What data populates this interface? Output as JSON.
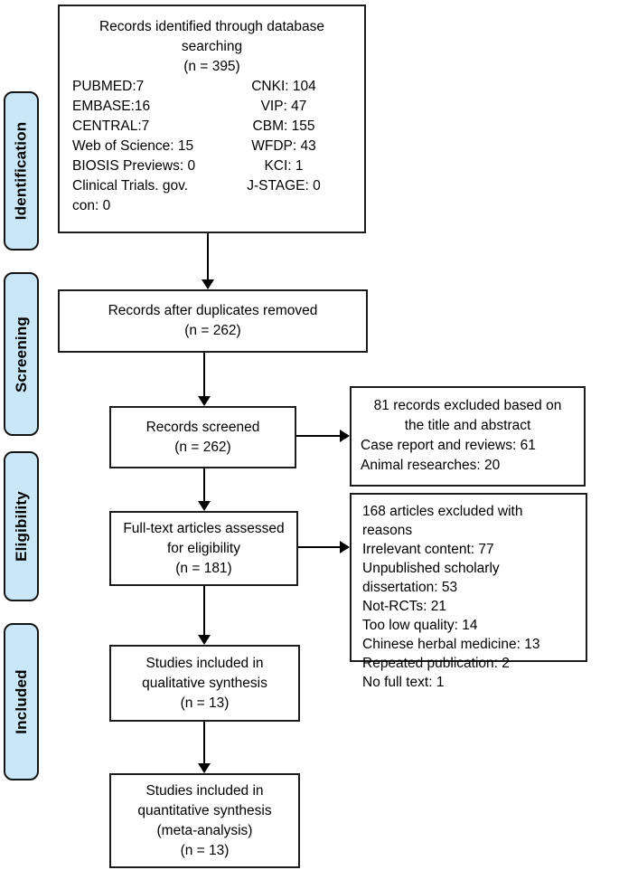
{
  "colors": {
    "stage_fill": "#c9e7f7",
    "box_border": "#1c1c1c",
    "arrow": "#000000",
    "background": "#ffffff"
  },
  "stages": [
    {
      "label": "Identification"
    },
    {
      "label": "Screening"
    },
    {
      "label": "Eligibility"
    },
    {
      "label": "Included"
    }
  ],
  "boxes": {
    "identified": {
      "lines": [
        "Records identified through database",
        "searching",
        "(n = 395)"
      ],
      "sources_left": [
        "PUBMED:7",
        "EMBASE:16",
        "CENTRAL:7",
        "Web of Science: 15",
        "BIOSIS Previews: 0",
        "Clinical Trials. gov. con: 0"
      ],
      "sources_right": [
        "CNKI: 104",
        "VIP: 47",
        "CBM: 155",
        "WFDP: 43",
        "KCI: 1",
        "J-STAGE: 0"
      ]
    },
    "duplicates_removed": {
      "lines": [
        "Records after duplicates removed",
        "(n = 262)"
      ]
    },
    "screened": {
      "lines": [
        "Records screened",
        "(n = 262)"
      ]
    },
    "excluded_title_abstract": {
      "title_lines": [
        "81 records excluded based on",
        "the title and abstract"
      ],
      "items": [
        "Case report and reviews: 61",
        "Animal researches: 20"
      ]
    },
    "fulltext_assessed": {
      "lines": [
        "Full-text articles assessed",
        "for eligibility",
        "(n = 181)"
      ]
    },
    "excluded_with_reasons": {
      "title": "168 articles excluded with reasons",
      "items": [
        "Irrelevant content: 77",
        "Unpublished scholarly dissertation: 53",
        "Not-RCTs: 21",
        "Too low quality: 14",
        "Chinese herbal medicine: 13",
        "Repeated publication: 2",
        "No full text: 1"
      ]
    },
    "qualitative": {
      "lines": [
        "Studies included in",
        "qualitative synthesis",
        "(n = 13)"
      ]
    },
    "quantitative": {
      "lines": [
        "Studies included in",
        "quantitative synthesis",
        "(meta-analysis)",
        "(n = 13)"
      ]
    }
  }
}
